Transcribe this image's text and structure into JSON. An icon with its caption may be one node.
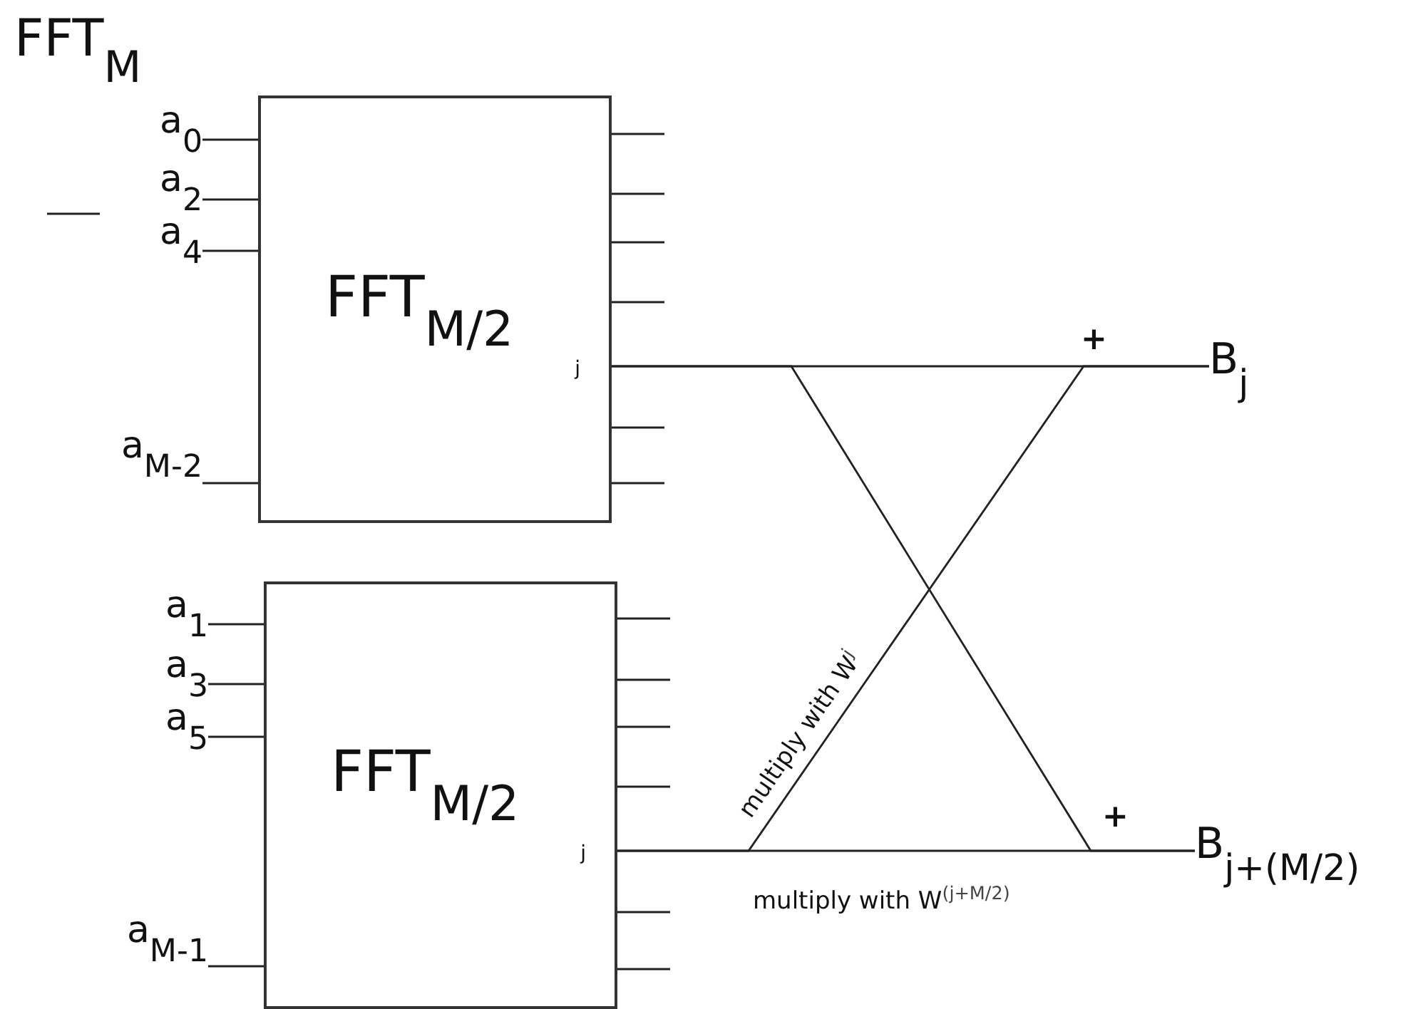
{
  "diagram": {
    "title": "FFT$_{M}$",
    "nodes": [
      {
        "text": [
          "FFT$_{M/2}$",
          "j"
        ]
      },
      {
        "text": [
          "a$_{0}$"
        ]
      },
      {
        "text": [
          "a$_{2}$"
        ]
      },
      {
        "text": [
          "a$_{4}$"
        ]
      },
      {
        "text": [
          "a$_{M-2}$"
        ]
      },
      {
        "text": [
          "B$_{j}$"
        ]
      },
      {
        "text": [
          "FFT$_{M/2}$",
          "j"
        ]
      },
      {
        "text": [
          "a$_{1}$"
        ]
      },
      {
        "text": [
          "a$_{3}$"
        ]
      },
      {
        "text": [
          "a$_{5}$"
        ]
      },
      {
        "text": [
          "a$_{M-1}$"
        ]
      },
      {
        "text": [
          "B$_{j+(M/2)}$"
        ]
      }
    ],
    "edges": [
      {
        "from": 1,
        "to": 0,
        "arrow": "none"
      },
      {
        "from": 2,
        "to": 0,
        "arrow": "none"
      },
      {
        "from": 3,
        "to": 0,
        "arrow": "none"
      },
      {
        "from": 4,
        "to": 0,
        "arrow": "none"
      },
      {
        "from": 0,
        "to": 5,
        "arrow": "none"
      },
      {
        "from": 0,
        "to": 11,
        "arrow": "none"
      },
      {
        "from": 7,
        "to": 6,
        "arrow": "none"
      },
      {
        "from": 8,
        "to": 6,
        "arrow": "none"
      },
      {
        "from": 9,
        "to": 6,
        "arrow": "none"
      },
      {
        "from": 10,
        "to": 6,
        "arrow": "none"
      },
      {
        "from": 6,
        "to": 11,
        "arrow": "none",
        "label": "multiply with W$^{(j+M/2)}$"
      },
      {
        "from": 6,
        "to": 5,
        "arrow": "none",
        "label": "multiply with W$^{j}$"
      }
    ],
    "labels": [
      "+",
      "+"
    ]
  }
}
